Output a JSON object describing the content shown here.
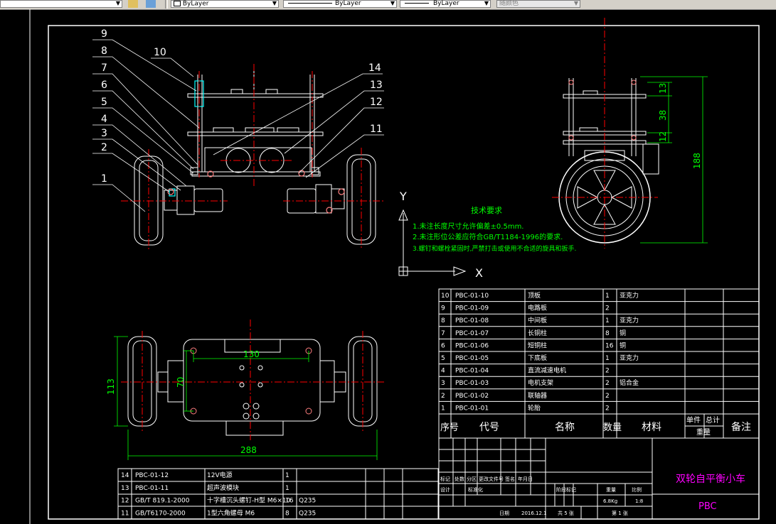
{
  "toolbar": {
    "layer_combo_value": "ByLayer",
    "linetype_combo_value": "ByLayer",
    "lineweight_combo_value": "ByLayer",
    "plotstyle_combo_value": "随颜色",
    "colors": {
      "bg": "#d4d0c8"
    }
  },
  "drawing": {
    "part_labels": [
      "1",
      "2",
      "3",
      "4",
      "5",
      "6",
      "7",
      "8",
      "9",
      "10",
      "11",
      "12",
      "13",
      "14"
    ],
    "tech_req": {
      "title": "技术要求",
      "line1": "1.未注长度尺寸允许偏差±0.5mm.",
      "line2": "2.未注形位公差应符合GB/T1184-1996的要求.",
      "line3": "3.螺钉和螺栓紧固时,严禁打击或使用不合适的旋具和扳手."
    },
    "axes": {
      "y": "Y",
      "x": "X"
    },
    "dimensions": {
      "side_13": "13",
      "side_38": "38",
      "side_12": "12",
      "side_188": "188",
      "top_130": "130",
      "top_70": "70",
      "top_113": "113",
      "top_288": "288"
    },
    "colors": {
      "frame": "#ffffff",
      "centerline": "#ff0000",
      "dimension": "#00ff00",
      "leader": "#ffffff"
    }
  },
  "bom_main": {
    "rows": [
      {
        "no": "10",
        "code": "PBC-01-10",
        "name": "顶板",
        "qty": "1",
        "material": "亚克力"
      },
      {
        "no": "9",
        "code": "PBC-01-09",
        "name": "电路板",
        "qty": "2",
        "material": ""
      },
      {
        "no": "8",
        "code": "PBC-01-08",
        "name": "中间板",
        "qty": "1",
        "material": "亚克力"
      },
      {
        "no": "7",
        "code": "PBC-01-07",
        "name": "长铜柱",
        "qty": "8",
        "material": "铜"
      },
      {
        "no": "6",
        "code": "PBC-01-06",
        "name": "短铜柱",
        "qty": "16",
        "material": "铜"
      },
      {
        "no": "5",
        "code": "PBC-01-05",
        "name": "下底板",
        "qty": "1",
        "material": "亚克力"
      },
      {
        "no": "4",
        "code": "PBC-01-04",
        "name": "直流减速电机",
        "qty": "2",
        "material": ""
      },
      {
        "no": "3",
        "code": "PBC-01-03",
        "name": "电机支架",
        "qty": "2",
        "material": "铝合金"
      },
      {
        "no": "2",
        "code": "PBC-01-02",
        "name": "联轴器",
        "qty": "2",
        "material": ""
      },
      {
        "no": "1",
        "code": "PBC-01-01",
        "name": "轮胎",
        "qty": "2",
        "material": ""
      }
    ],
    "header": {
      "no": "序号",
      "code": "代号",
      "name": "名称",
      "qty": "数量",
      "material": "材料",
      "unit": "单件",
      "total": "总计",
      "weight": "重量",
      "remark": "备注"
    }
  },
  "bom_small": {
    "rows": [
      {
        "no": "14",
        "code": "PBC-01-12",
        "name": "12V电源",
        "qty": "1",
        "material": ""
      },
      {
        "no": "13",
        "code": "PBC-01-11",
        "name": "超声波模块",
        "qty": "1",
        "material": ""
      },
      {
        "no": "12",
        "code": "GB/T 819.1-2000",
        "name": "十字槽沉头螺钉-H型 M6×10",
        "qty": "16",
        "material": "Q235"
      },
      {
        "no": "11",
        "code": "GB/T6170-2000",
        "name": "1型六角螺母 M6",
        "qty": "8",
        "material": "Q235"
      }
    ]
  },
  "title_block": {
    "title": "双轮自平衡小车",
    "code": "PBC",
    "labels": {
      "mark": "标记",
      "count": "处数",
      "zone": "分区",
      "change_doc": "更改文件号",
      "sign": "签名",
      "date_col": "年月日",
      "design": "设计",
      "standard": "标准化",
      "stage": "阶段标记",
      "weight": "重量",
      "scale": "比例",
      "weight_value": "6.8Kg",
      "scale_value": "1:8",
      "date_label": "日期",
      "date_value": "2016.12.1",
      "sheets_total": "共 5 张",
      "sheet_no": "第 1 张"
    }
  }
}
